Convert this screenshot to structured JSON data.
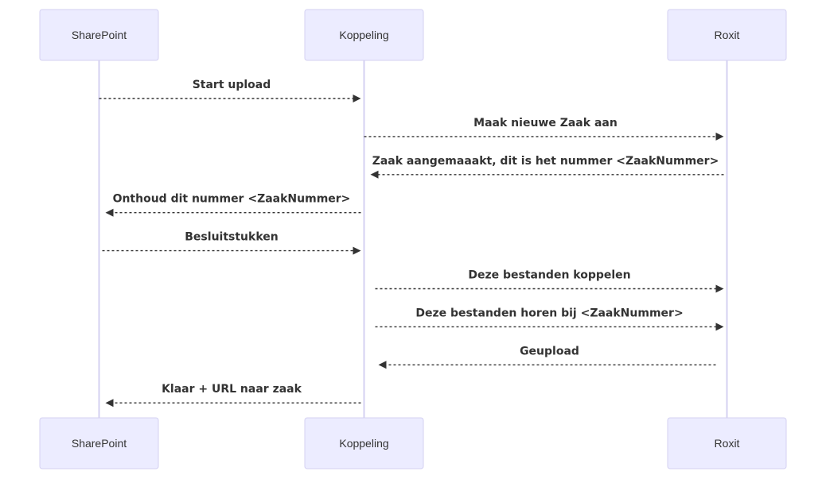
{
  "participants": [
    {
      "id": "sharepoint",
      "label": "SharePoint"
    },
    {
      "id": "koppeling",
      "label": "Koppeling"
    },
    {
      "id": "roxit",
      "label": "Roxit"
    }
  ],
  "messages": [
    {
      "from": "sharepoint",
      "to": "koppeling",
      "label": "Start upload"
    },
    {
      "from": "koppeling",
      "to": "roxit",
      "label": "Maak nieuwe Zaak aan"
    },
    {
      "from": "roxit",
      "to": "koppeling",
      "label": "Zaak aangemaaakt, dit is het nummer <ZaakNummer>"
    },
    {
      "from": "koppeling",
      "to": "sharepoint",
      "label": "Onthoud dit nummer <ZaakNummer>"
    },
    {
      "from": "sharepoint",
      "to": "koppeling",
      "label": "Besluitstukken"
    },
    {
      "from": "koppeling",
      "to": "roxit",
      "label": "Deze bestanden koppelen"
    },
    {
      "from": "koppeling",
      "to": "roxit",
      "label": "Deze bestanden horen bij <ZaakNummer>"
    },
    {
      "from": "roxit",
      "to": "koppeling",
      "label": "Geupload"
    },
    {
      "from": "koppeling",
      "to": "sharepoint",
      "label": "Klaar + URL naar zaak"
    }
  ],
  "colors": {
    "actor_fill": "#ececff",
    "actor_border": "#d4d1f2",
    "lifeline": "#d4d1f2",
    "message": "#333333"
  }
}
